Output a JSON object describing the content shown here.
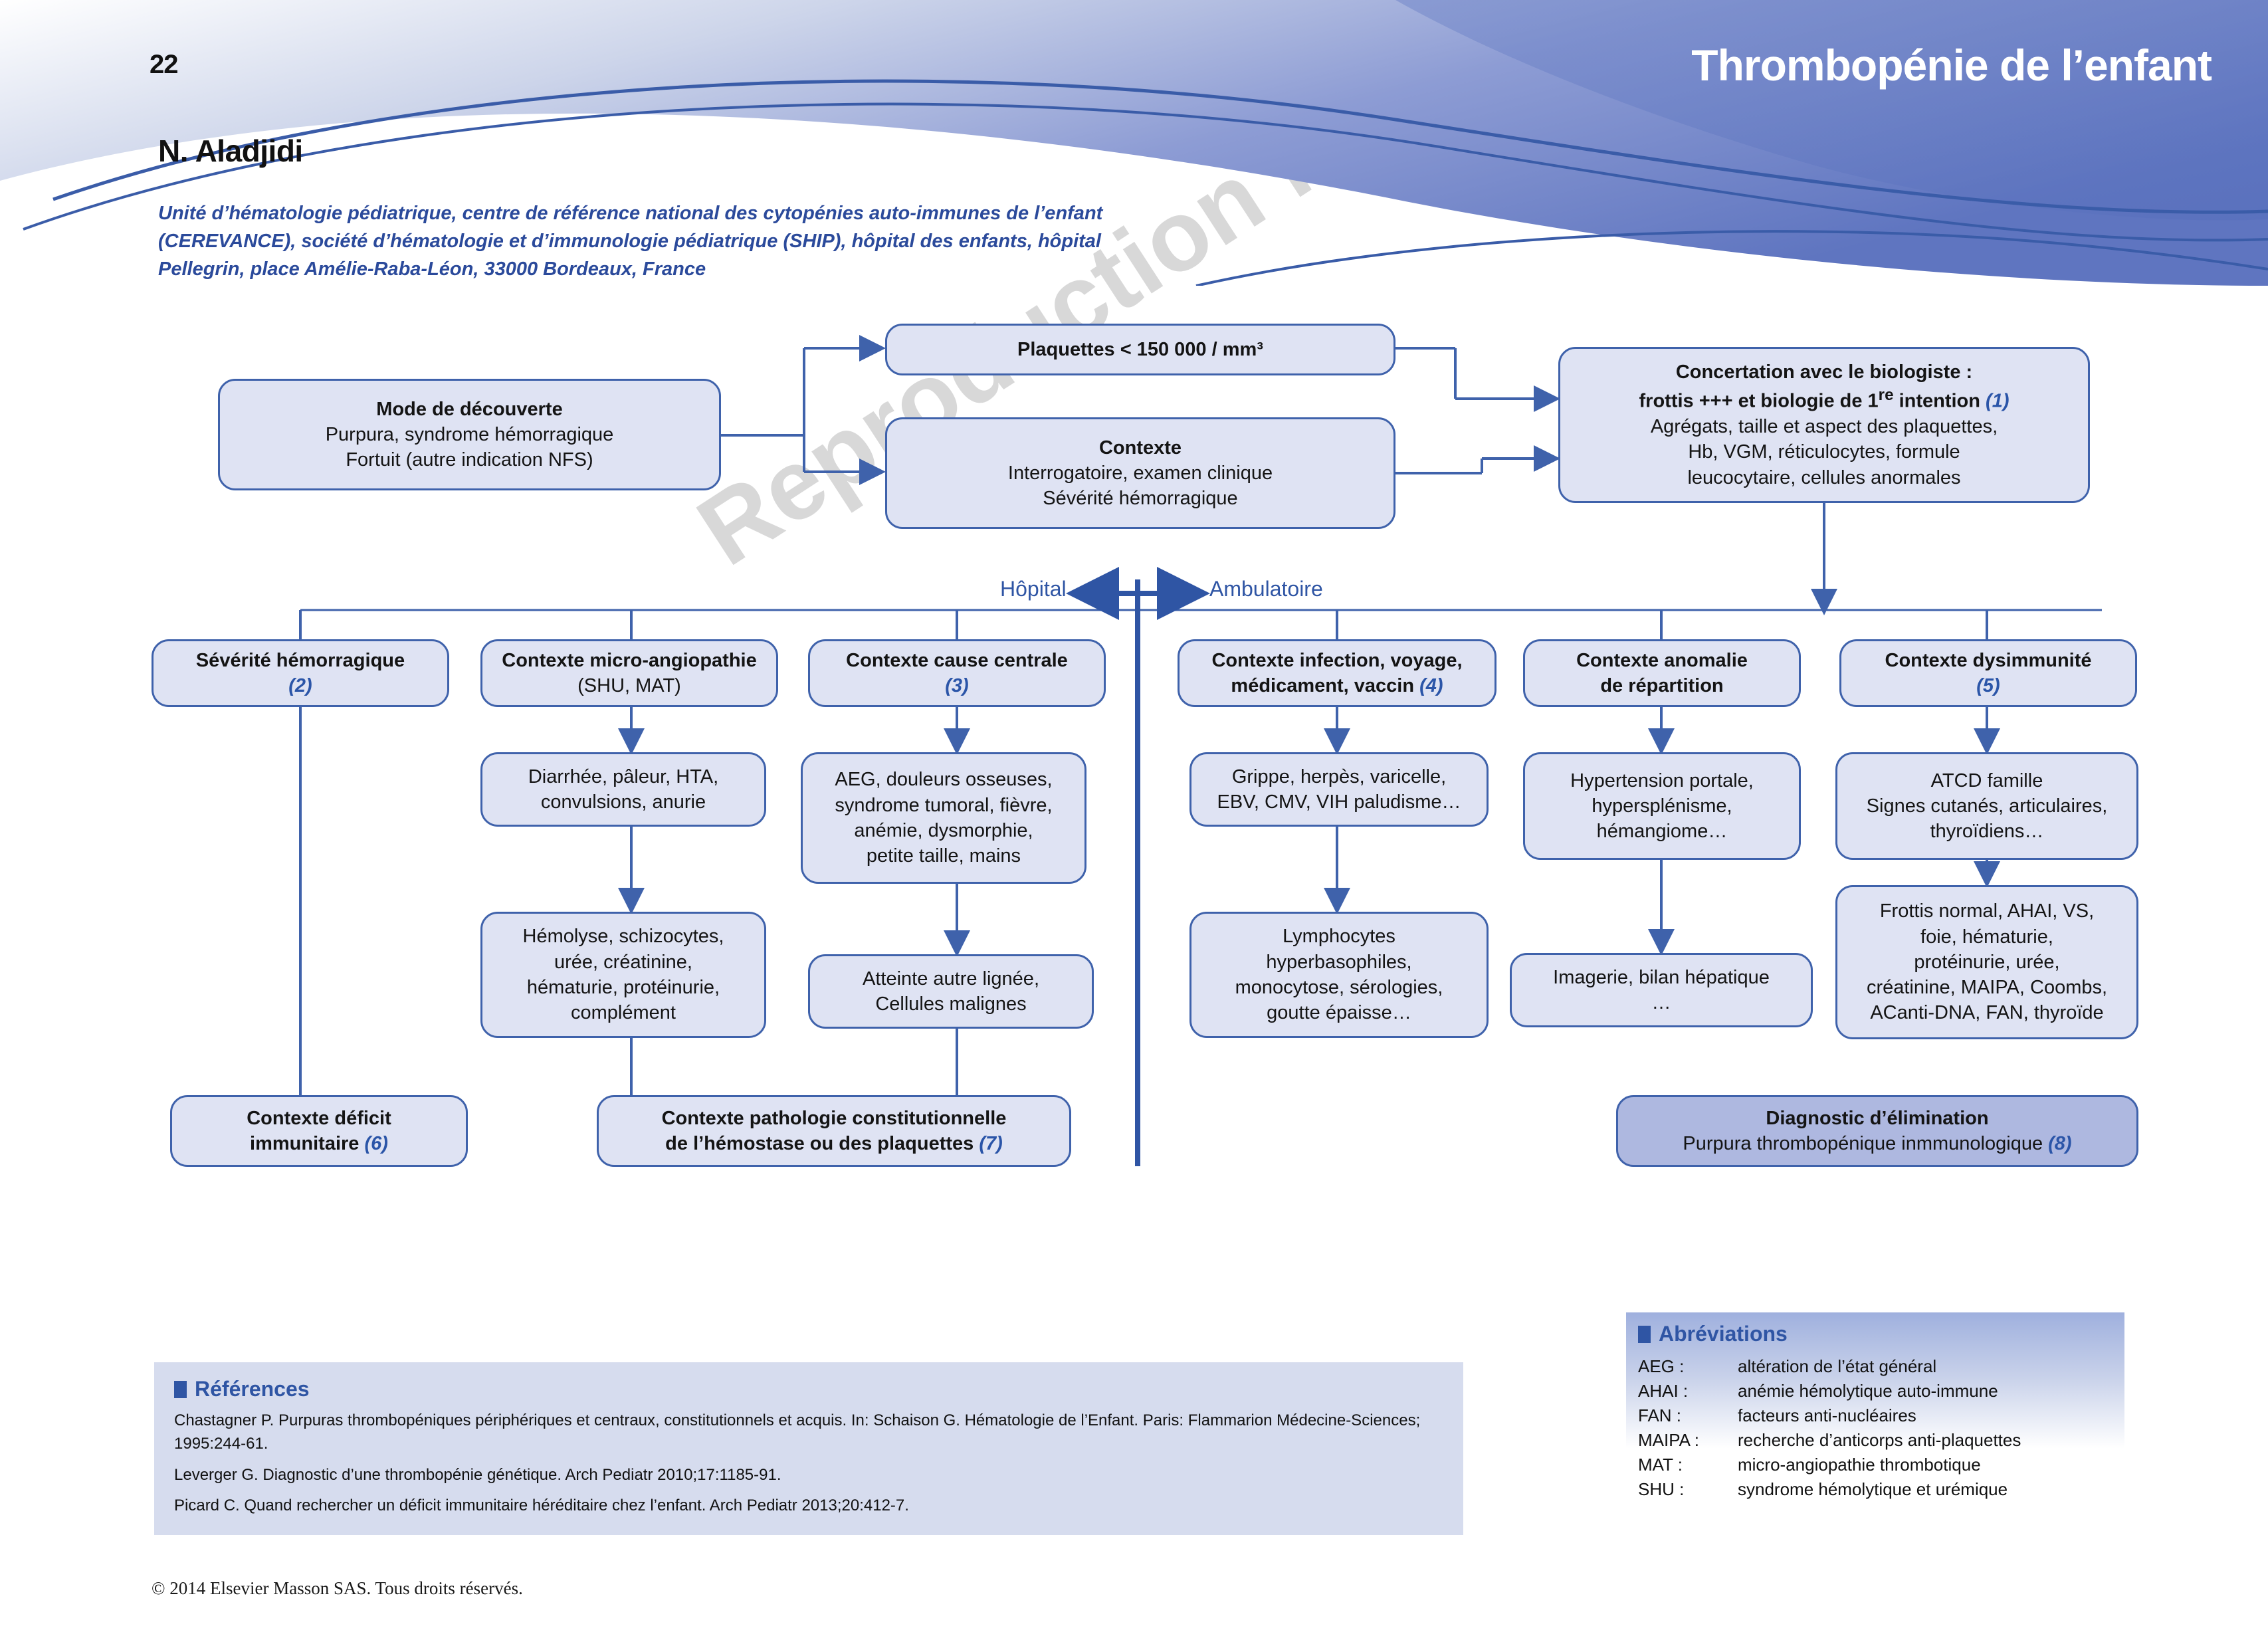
{
  "header": {
    "page_number": "22",
    "title": "Thrombopénie de l’enfant"
  },
  "author": {
    "name": "N. Aladjidi",
    "affiliation": "Unité d’hématologie pédiatrique, centre de référence national des cytopénies auto-immunes de l’enfant (CEREVANCE), société d’hématologie et d’immunologie pédiatrique (SHIP), hôpital des enfants, hôpital Pellegrin, place Amélie-Raba-Léon, 33000 Bordeaux, France"
  },
  "watermark": "Reproduction interdite",
  "flowchart": {
    "labels": {
      "hospital": "Hôpital",
      "ambulatory": "Ambulatoire"
    },
    "nodes": {
      "mode_decouverte": {
        "title": "Mode de découverte",
        "line1": "Purpura, syndrome hémorragique",
        "line2": "Fortuit (autre indication NFS)"
      },
      "plaquettes": {
        "title": "Plaquettes < 150 000 / mm³"
      },
      "contexte": {
        "title": "Contexte",
        "line1": "Interrogatoire, examen clinique",
        "line2": "Sévérité hémorragique"
      },
      "concertation": {
        "title_l1": "Concertation avec le biologiste :",
        "title_l2": "frottis +++ et biologie de 1",
        "title_l2_sup": "re",
        "title_l2_end": " intention ",
        "ref": "(1)",
        "line1": "Agrégats, taille et aspect des plaquettes,",
        "line2": "Hb, VGM, réticulocytes, formule",
        "line3": "leucocytaire, cellules anormales"
      },
      "col1_head": {
        "title": "Sévérité hémorragique",
        "ref": "(2)"
      },
      "col2_head": {
        "title": "Contexte micro-angiopathie",
        "sub": "(SHU, MAT)"
      },
      "col3_head": {
        "title": "Contexte cause centrale",
        "ref": "(3)"
      },
      "col4_head": {
        "title_l1": "Contexte infection, voyage,",
        "title_l2": "médicament, vaccin ",
        "ref": "(4)"
      },
      "col5_head": {
        "title_l1": "Contexte anomalie",
        "title_l2": "de répartition"
      },
      "col6_head": {
        "title": "Contexte dysimmunité",
        "ref": "(5)"
      },
      "col2_mid": {
        "line1": "Diarrhée, pâleur, HTA,",
        "line2": "convulsions, anurie"
      },
      "col3_mid": {
        "line1": "AEG, douleurs osseuses,",
        "line2": "syndrome tumoral, fièvre,",
        "line3": "anémie, dysmorphie,",
        "line4": "petite taille, mains"
      },
      "col4_mid": {
        "line1": "Grippe, herpès, varicelle,",
        "line2": "EBV, CMV, VIH paludisme…"
      },
      "col5_mid": {
        "line1": "Hypertension portale,",
        "line2": "hypersplénisme,",
        "line3": "hémangiome…"
      },
      "col6_mid": {
        "line1": "ATCD famille",
        "line2": "Signes cutanés, articulaires,",
        "line3": "thyroïdiens…"
      },
      "col2_low": {
        "line1": "Hémolyse, schizocytes,",
        "line2": "urée, créatinine,",
        "line3": "hématurie, protéinurie,",
        "line4": "complément"
      },
      "col3_low": {
        "line1": "Atteinte autre lignée,",
        "line2": "Cellules malignes"
      },
      "col4_low": {
        "line1": "Lymphocytes",
        "line2": "hyperbasophiles,",
        "line3": "monocytose, sérologies,",
        "line4": "goutte épaisse…"
      },
      "col5_low": {
        "line1": "Imagerie, bilan hépatique",
        "line2": "…"
      },
      "col6_low": {
        "line1": "Frottis normal, AHAI, VS,",
        "line2": "foie, hématurie,",
        "line3": "protéinurie, urée,",
        "line4": "créatinine, MAIPA, Coombs,",
        "line5": "ACanti-DNA, FAN, thyroïde"
      },
      "deficit_immunitaire": {
        "line1": "Contexte déficit",
        "line2": "immunitaire ",
        "ref": "(6)"
      },
      "pathologie_constitutionnelle": {
        "line1": "Contexte pathologie constitutionnelle",
        "line2": "de l’hémostase ou des plaquettes ",
        "ref": "(7)"
      },
      "diagnostic_elimination": {
        "title": "Diagnostic d’élimination",
        "line1": "Purpura thrombopénique inmmunologique ",
        "ref": "(8)"
      }
    }
  },
  "references": {
    "heading": "Références",
    "items": [
      "Chastagner P. Purpuras thrombopéniques périphériques et centraux, constitutionnels et acquis. In: Schaison G. Hématologie de l’Enfant. Paris: Flammarion Médecine-Sciences; 1995:244-61.",
      "Leverger G. Diagnostic d’une thrombopénie génétique. Arch Pediatr 2010;17:1185-91.",
      "Picard C. Quand rechercher un déficit immunitaire héréditaire chez l’enfant. Arch Pediatr 2013;20:412-7."
    ]
  },
  "abbreviations": {
    "heading": "Abréviations",
    "items": [
      {
        "key": "AEG :",
        "value": "altération de l’état général"
      },
      {
        "key": "AHAI :",
        "value": "anémie hémolytique auto-immune"
      },
      {
        "key": "FAN :",
        "value": "facteurs anti-nucléaires"
      },
      {
        "key": "MAIPA :",
        "value": "recherche  d’anticorps anti-plaquettes"
      },
      {
        "key": "MAT :",
        "value": "micro-angiopathie thrombotique"
      },
      {
        "key": "SHU :",
        "value": "syndrome hémolytique et urémique"
      }
    ]
  },
  "copyright": "© 2014 Elsevier Masson SAS. Tous droits réservés.",
  "colors": {
    "accent_blue": "#2f55a4",
    "node_fill": "#dfe3f3",
    "node_fill_dark": "#aeb8e0",
    "node_border": "#3f62ab",
    "panel_fill": "#d6dcee"
  }
}
